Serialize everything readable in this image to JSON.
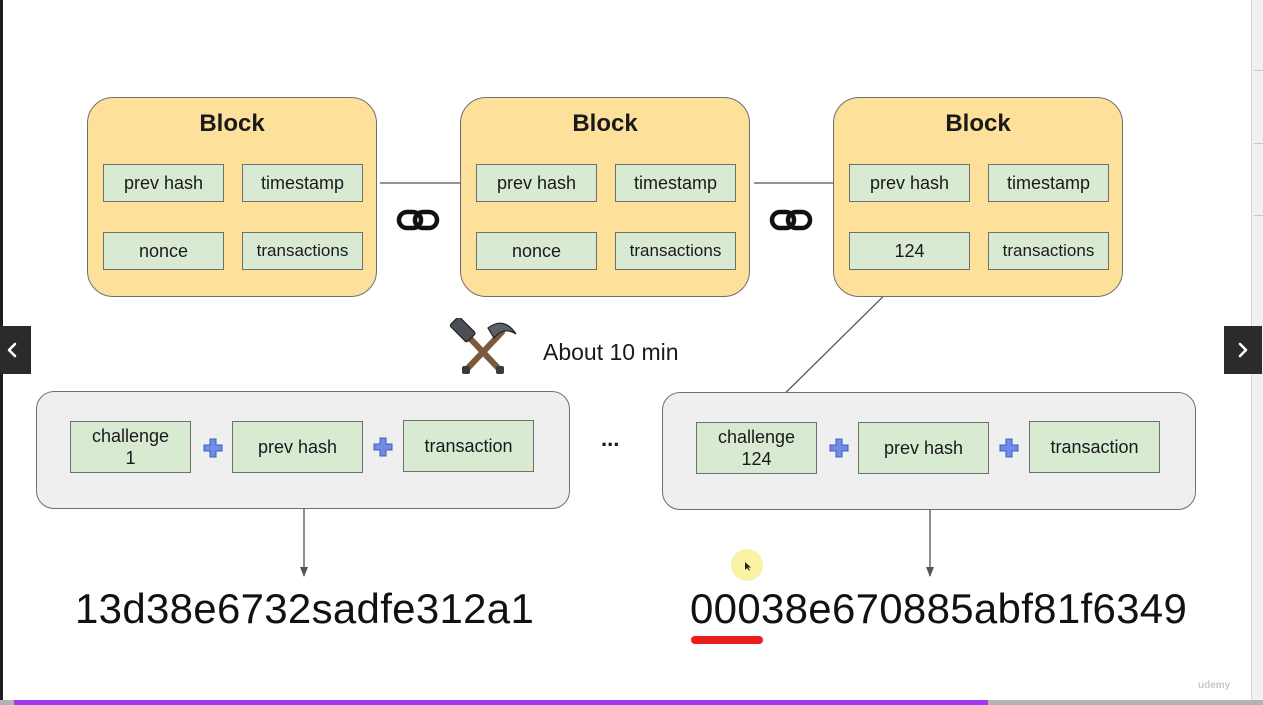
{
  "blocks": [
    {
      "title": "Block",
      "prev_hash": "prev hash",
      "timestamp": "timestamp",
      "nonce": "nonce",
      "transactions": "transactions"
    },
    {
      "title": "Block",
      "prev_hash": "prev hash",
      "timestamp": "timestamp",
      "nonce": "nonce",
      "transactions": "transactions"
    },
    {
      "title": "Block",
      "prev_hash": "prev hash",
      "timestamp": "timestamp",
      "nonce": "124",
      "transactions": "transactions"
    }
  ],
  "mining": {
    "time_label": "About 10 min"
  },
  "challenges": [
    {
      "challenge_line1": "challenge",
      "challenge_line2": "1",
      "prev_hash": "prev hash",
      "transaction": "transaction"
    },
    {
      "challenge_line1": "challenge",
      "challenge_line2": "124",
      "prev_hash": "prev hash",
      "transaction": "transaction"
    }
  ],
  "ellipsis": "...",
  "hashes": {
    "first": "13d38e6732sadfe312a1",
    "last": "00038e670885abf81f6349"
  },
  "player": {
    "progress": 0.78
  },
  "colors": {
    "block_fill": "#fde19a",
    "field_fill": "#d9ead3",
    "panel_fill": "#efefef",
    "plus_blue": "#6d8ee8",
    "underline_red": "#ea1c1c",
    "progress_purple": "#a435f0"
  },
  "icons": [
    "chain-link-icon",
    "hammer-pick-icon",
    "plus-icon",
    "chevron-left-icon",
    "chevron-right-icon"
  ]
}
